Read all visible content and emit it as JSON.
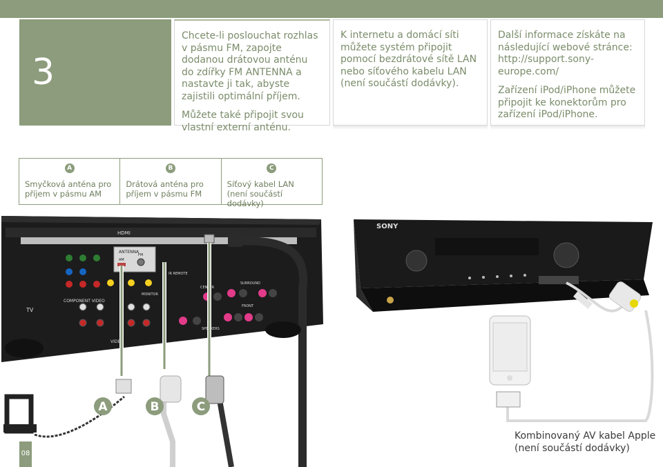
{
  "step": {
    "number": "3"
  },
  "cards": [
    {
      "paragraphs": [
        "Chcete-li poslouchat rozhlas v pásmu FM, zapojte dodanou drátovou anténu do zdířky FM ANTENNA a nastavte ji tak, abyste zajistili optimální příjem.",
        "Můžete také připojit svou vlastní externí anténu."
      ]
    },
    {
      "paragraphs": [
        "K internetu a domácí síti můžete systém připojit pomocí bezdrátové sítě LAN nebo síťového kabelu LAN (není součástí dodávky)."
      ]
    },
    {
      "paragraphs": [
        "Další informace získáte na následující webové stránce: http://support.sony-europe.com/",
        "Zařízení iPod/iPhone můžete připojit ke konektorům pro zařízení iPod/iPhone."
      ]
    }
  ],
  "legend": [
    {
      "letter": "A",
      "text": "Smyčková anténa pro příjem v pásmu AM"
    },
    {
      "letter": "B",
      "text": "Drátová anténa pro příjem v pásmu FM"
    },
    {
      "letter": "C",
      "text": "Síťový kabel LAN (není součástí dodávky)"
    }
  ],
  "figure": {
    "rear_labels": {
      "hdmi": "HDMI",
      "antenna": "ANTENNA",
      "am": "AM",
      "fm": "FM",
      "component": "COMPONENT VIDEO",
      "speakers": "SPEAKERS",
      "surround": "SURROUND",
      "front": "FRONT",
      "center": "CENTER",
      "video": "VIDEO",
      "tv": "TV",
      "monitor": "MONITOR",
      "ir_remote": "IR REMOTE"
    },
    "brand": "SONY",
    "callouts": [
      "A",
      "B",
      "C"
    ]
  },
  "caption": "Kombinovaný AV kabel Apple (není součástí dodávky)",
  "page": {
    "number": "08"
  },
  "colors": {
    "accent": "#8c9c7c",
    "text": "#7a8c6a"
  }
}
